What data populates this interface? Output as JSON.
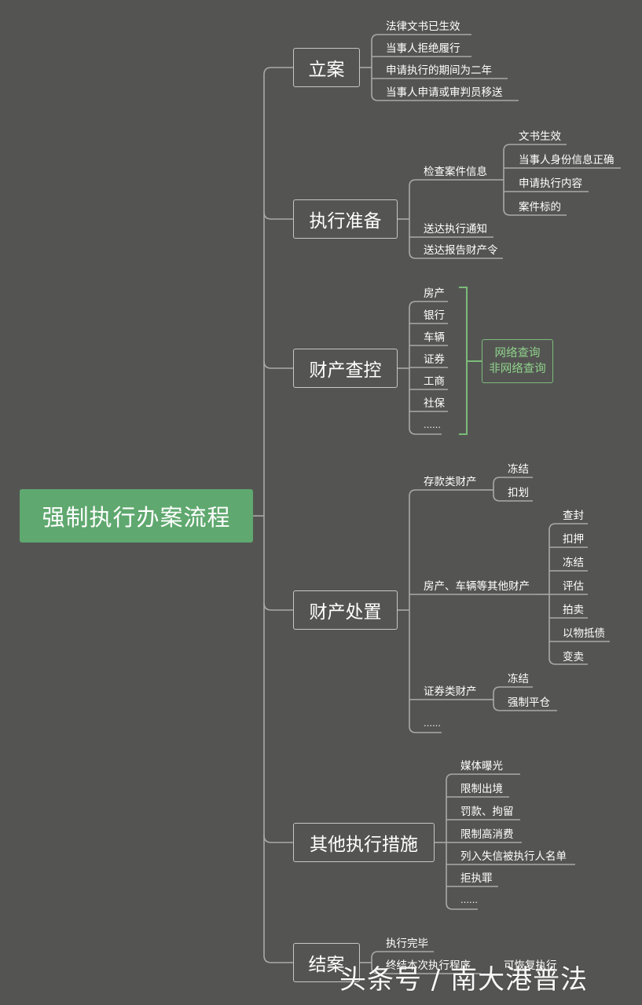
{
  "root": "强制执行办案流程",
  "branches": {
    "filing": {
      "title": "立案",
      "items": [
        "法律文书已生效",
        "当事人拒绝履行",
        "申请执行的期间为二年",
        "当事人申请或审判员移送"
      ]
    },
    "prep": {
      "title": "执行准备",
      "check": {
        "label": "检查案件信息",
        "items": [
          "文书生效",
          "当事人身份信息正确",
          "申请执行内容",
          "案件标的"
        ]
      },
      "items": [
        "送达执行通知",
        "送达报告财产令"
      ]
    },
    "control": {
      "title": "财产查控",
      "items": [
        "房产",
        "银行",
        "车辆",
        "证券",
        "工商",
        "社保",
        "……"
      ],
      "note": [
        "网络查询",
        "非网络查询"
      ]
    },
    "disposal": {
      "title": "财产处置",
      "deposit": {
        "label": "存款类财产",
        "items": [
          "冻结",
          "扣划"
        ]
      },
      "property": {
        "label": "房产、车辆等其他财产",
        "items": [
          "查封",
          "扣押",
          "冻结",
          "评估",
          "拍卖",
          "以物抵债",
          "变卖"
        ]
      },
      "securities": {
        "label": "证券类财产",
        "items": [
          "冻结",
          "强制平仓"
        ]
      },
      "more": "……"
    },
    "other": {
      "title": "其他执行措施",
      "items": [
        "媒体曝光",
        "限制出境",
        "罚款、拘留",
        "限制高消费",
        "列入失信被执行人名单",
        "拒执罪",
        "……"
      ]
    },
    "close": {
      "title": "结案",
      "items": [
        "执行完毕",
        "终结本次执行程序",
        "可恢复执行"
      ]
    }
  },
  "watermark": "头条号 / 南大港普法",
  "colors": {
    "background": "#545553",
    "root": "#5fa86f",
    "line": "#a9aaa7",
    "note": "#7cbb79"
  }
}
